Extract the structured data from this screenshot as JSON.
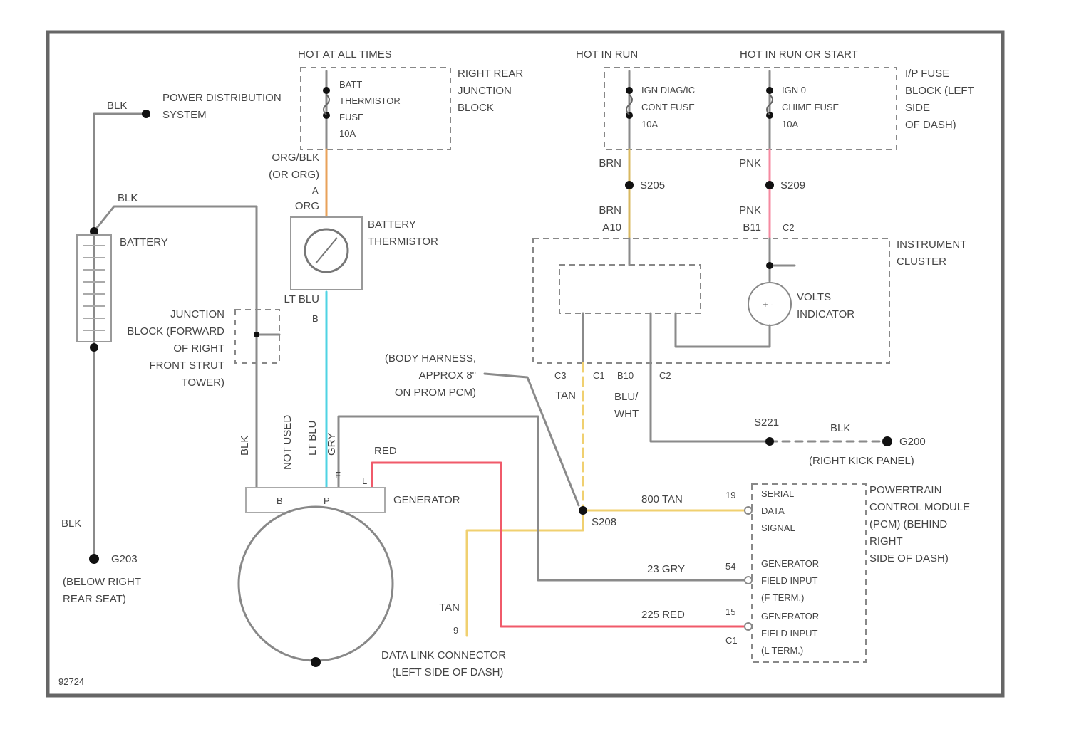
{
  "diagram": {
    "figure_id": "92724",
    "colors": {
      "frame": "#666666",
      "wire_gray": "#8a8a8a",
      "wire_orange": "#e8a25a",
      "wire_blue": "#4fd3e3",
      "wire_tan": "#f0d070",
      "wire_red": "#f05a6a",
      "wire_pink": "#f58aa0",
      "wire_brown": "#d8b860"
    },
    "headers": {
      "hot_all_times": "HOT AT ALL TIMES",
      "hot_in_run": "HOT IN RUN",
      "hot_run_start": "HOT IN RUN OR START"
    },
    "junction_blocks": {
      "right_rear": [
        "RIGHT REAR",
        "JUNCTION",
        "BLOCK"
      ],
      "ip_fuse": [
        "I/P FUSE",
        "BLOCK (LEFT",
        "SIDE",
        "OF DASH)"
      ],
      "forward": [
        "JUNCTION",
        "BLOCK (FORWARD",
        "OF RIGHT",
        "FRONT STRUT",
        "TOWER)"
      ]
    },
    "fuses": {
      "batt_therm": [
        "BATT",
        "THERMISTOR",
        "FUSE",
        "10A"
      ],
      "ign_diag": [
        "IGN DIAG/IC",
        "CONT FUSE",
        "10A"
      ],
      "ign_0": [
        "IGN 0",
        "CHIME FUSE",
        "10A"
      ]
    },
    "components": {
      "power_dist": [
        "POWER DISTRIBUTION",
        "SYSTEM"
      ],
      "battery": "BATTERY",
      "battery_thermistor": [
        "BATTERY",
        "THERMISTOR"
      ],
      "instrument_cluster": [
        "INSTRUMENT",
        "CLUSTER"
      ],
      "volts_indicator": [
        "VOLTS",
        "INDICATOR"
      ],
      "generator": "GENERATOR",
      "pcm": [
        "POWERTRAIN",
        "CONTROL MODULE",
        "(PCM) (BEHIND",
        "RIGHT",
        "SIDE OF DASH)"
      ],
      "body_harness": [
        "(BODY HARNESS,",
        "APPROX 8\"",
        "ON PROM PCM)"
      ],
      "data_link": [
        "DATA LINK CONNECTOR",
        "(LEFT SIDE OF DASH)"
      ],
      "ground_right_kick": "(RIGHT KICK PANEL)",
      "ground_rear_seat": [
        "(BELOW RIGHT",
        "REAR SEAT)"
      ]
    },
    "pcm_pins": {
      "serial": [
        "SERIAL",
        "DATA",
        "SIGNAL"
      ],
      "field_f": [
        "GENERATOR",
        "FIELD INPUT",
        "(F TERM.)"
      ],
      "field_l": [
        "GENERATOR",
        "FIELD INPUT",
        "(L TERM.)"
      ]
    },
    "wire_labels": {
      "blk_top": "BLK",
      "blk_batt": "BLK",
      "blk_left": "BLK",
      "blk_lower": "BLK",
      "blk_ground": "BLK",
      "org_blk": [
        "ORG/BLK",
        "(OR ORG)"
      ],
      "org": "ORG",
      "lt_blu": "LT BLU",
      "lt_blu_vert": "LT BLU",
      "not_used": "NOT USED",
      "gry_vert": "GRY",
      "red": "RED",
      "brn": "BRN",
      "brn_a10": [
        "BRN",
        "A10"
      ],
      "pnk": "PNK",
      "pnk_b11": [
        "PNK",
        "B11"
      ],
      "tan_dash": "TAN",
      "tan_dlc": "TAN",
      "blu_wht": [
        "BLU/",
        "WHT"
      ],
      "w800": "800  TAN",
      "w23": "23  GRY",
      "w225": "225  RED"
    },
    "pins": {
      "a": "A",
      "b": "B",
      "c2": "C2",
      "c3": "C3",
      "c1": "C1",
      "b10": "B10",
      "p_f": "F",
      "p_p": "P",
      "p_l": "L",
      "p_b": "B",
      "dlc_9": "9",
      "pcm_19": "19",
      "pcm_54": "54",
      "pcm_15": "15",
      "pcm_c1": "C1",
      "pcm_c2": "C2"
    },
    "splices": {
      "s205": "S205",
      "s209": "S209",
      "s208": "S208",
      "s221": "S221",
      "g200": "G200",
      "g203": "G203"
    }
  }
}
